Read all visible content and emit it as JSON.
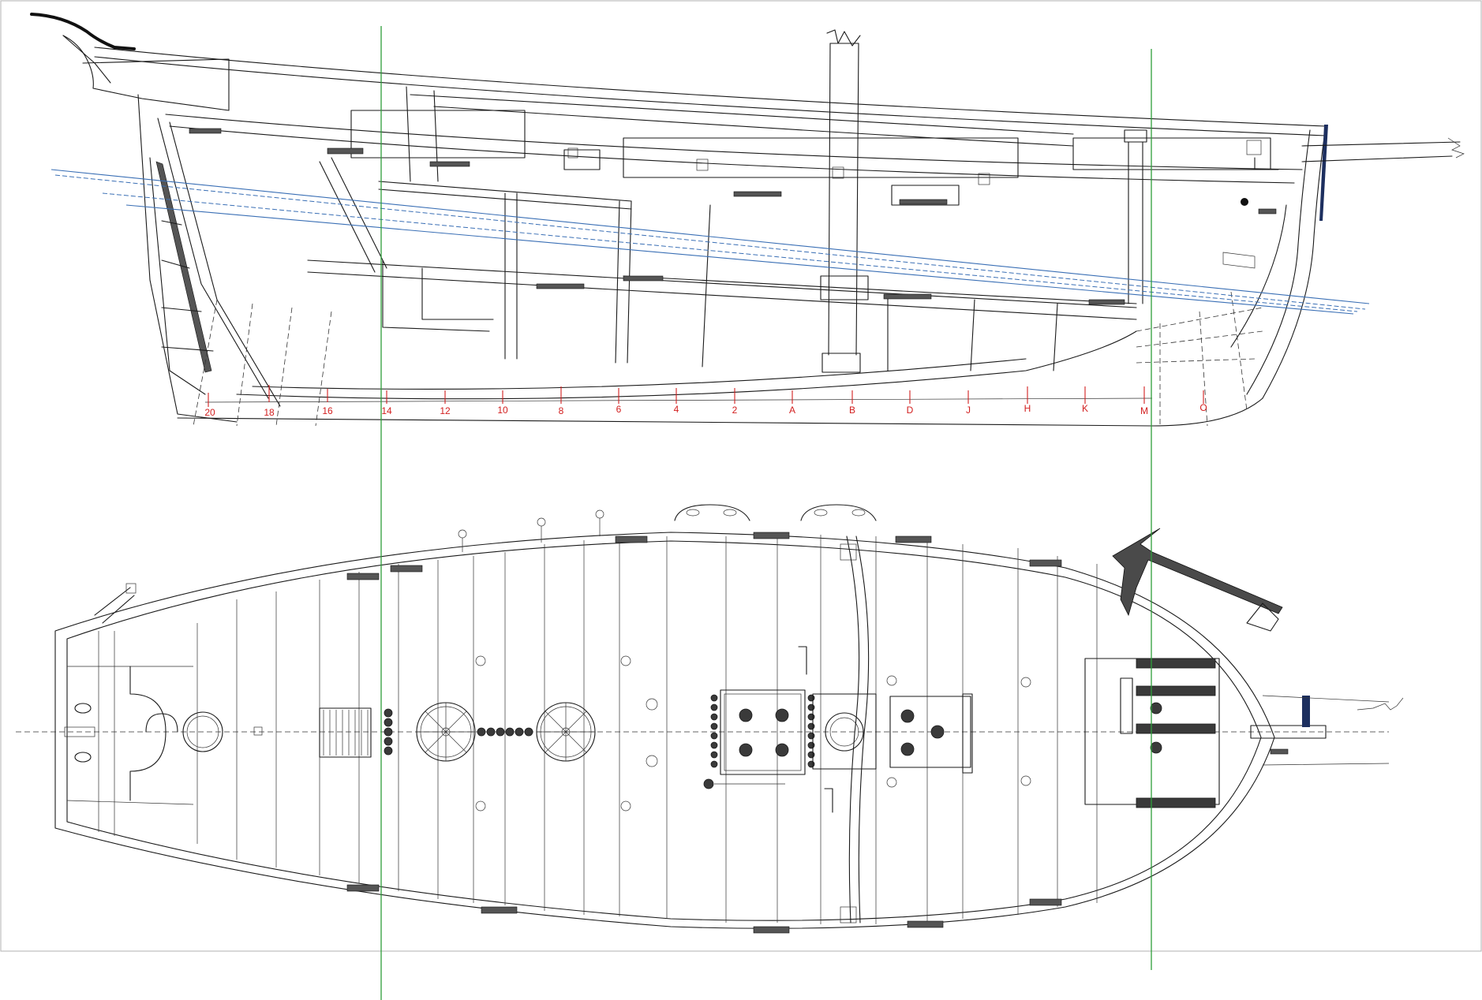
{
  "drawing": {
    "profile_view": {
      "station_labels": [
        "20",
        "18",
        "16",
        "14",
        "12",
        "10",
        "8",
        "6",
        "4",
        "2",
        "A",
        "B",
        "D",
        "J",
        "H",
        "K",
        "M",
        "O"
      ]
    },
    "colors": {
      "station_marks": "#d21e1e",
      "waterline": "#3a6fb5",
      "reference_lines": "#2e9e3a",
      "ink": "#1a1a1a",
      "rudder_post": "#1d2f5f"
    },
    "icons": [
      "anchor-icon",
      "ship-wheel-icon",
      "bird-sketch-icon"
    ]
  }
}
